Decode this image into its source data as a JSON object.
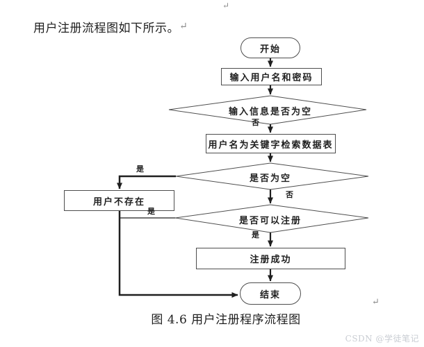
{
  "colors": {
    "ink": "#1f1f1f",
    "border": "#4d4d4d",
    "muted": "#8a8a8a",
    "watermark": "#c9cdd3",
    "bg": "#ffffff"
  },
  "page": {
    "intro_text": "用户注册流程图如下所示。",
    "pilcrow": "↵",
    "caption": "图 4.6 用户注册程序流程图",
    "watermark": "CSDN @学徒笔记"
  },
  "flowchart": {
    "nodes": [
      {
        "id": "start",
        "type": "terminal",
        "label": "开始"
      },
      {
        "id": "input-credentials",
        "type": "process",
        "label": "输入用户名和密码"
      },
      {
        "id": "check-input-empty",
        "type": "decision",
        "label": "输入信息是否为空"
      },
      {
        "id": "search-database",
        "type": "process",
        "label": "用户名为关键字检索数据表"
      },
      {
        "id": "check-result-empty",
        "type": "decision",
        "label": "是否为空"
      },
      {
        "id": "user-not-exist",
        "type": "process",
        "label": "用户不存在"
      },
      {
        "id": "check-can-register",
        "type": "decision",
        "label": "是否可以注册"
      },
      {
        "id": "register-success",
        "type": "process",
        "label": "注册成功"
      },
      {
        "id": "end",
        "type": "terminal",
        "label": "结束"
      }
    ],
    "edge_labels": [
      {
        "id": "input-empty-no",
        "label": "否"
      },
      {
        "id": "result-empty-yes",
        "label": "是"
      },
      {
        "id": "result-empty-no",
        "label": "否"
      },
      {
        "id": "not-exist-join-yes",
        "label": "是"
      },
      {
        "id": "can-register-yes",
        "label": "是"
      }
    ]
  }
}
